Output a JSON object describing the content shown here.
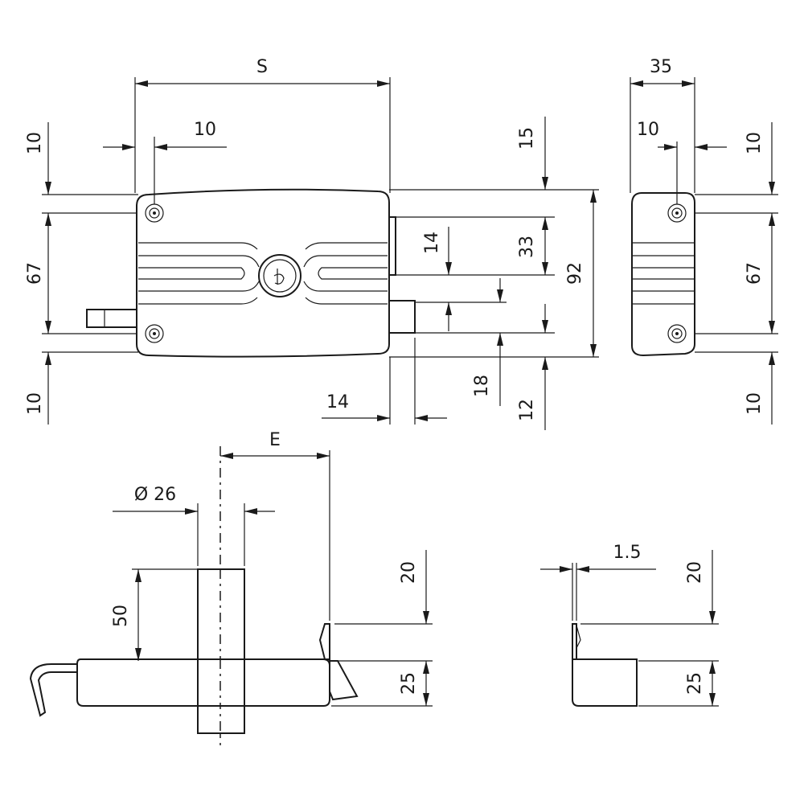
{
  "dimensions": {
    "s_width": "S",
    "body_depth": "35",
    "hole_offset_left": "10",
    "hole_offset_side": "10",
    "top_margin_left": "10",
    "top_margin_right": "10",
    "hole_spacing_left": "67",
    "hole_spacing_right": "67",
    "bottom_margin_left": "10",
    "bottom_margin_right": "10",
    "top_to_bolt": "15",
    "bolt_height": "33",
    "total_height": "92",
    "key_offset": "14",
    "latch_height": "18",
    "bottom_to_latch": "12",
    "latch_projection": "14",
    "e_distance": "E",
    "cylinder_diameter": "Ø 26",
    "cylinder_length": "50",
    "top_view_20_left": "20",
    "top_view_25_left": "25",
    "plate_thickness": "1.5",
    "top_view_20_right": "20",
    "top_view_25_right": "25"
  }
}
